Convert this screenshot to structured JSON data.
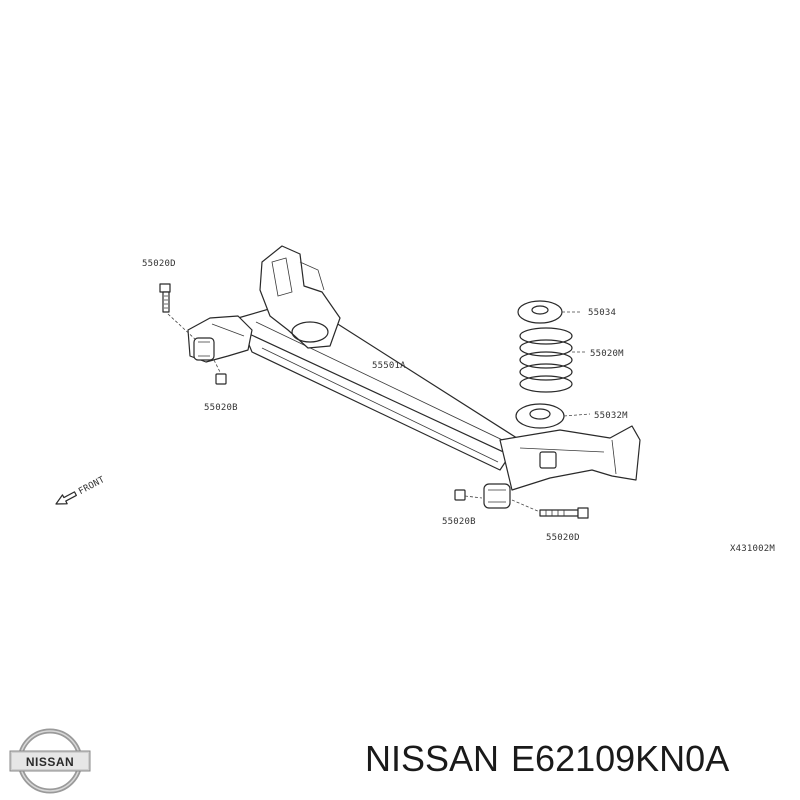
{
  "diagram": {
    "callouts": {
      "bolt_top_left": "55020D",
      "nut_left": "55020B",
      "beam": "55501A",
      "spring_seat_upper": "55034",
      "coil_spring": "55020M",
      "spring_seat_lower": "55032M",
      "nut_right": "55020B",
      "bolt_right": "55020D"
    },
    "front_arrow_label": "FRONT",
    "figure_code": "X431002M"
  },
  "footer": {
    "logo_text": "NISSAN",
    "brand": "NISSAN",
    "part_number": "E62109KN0A"
  }
}
